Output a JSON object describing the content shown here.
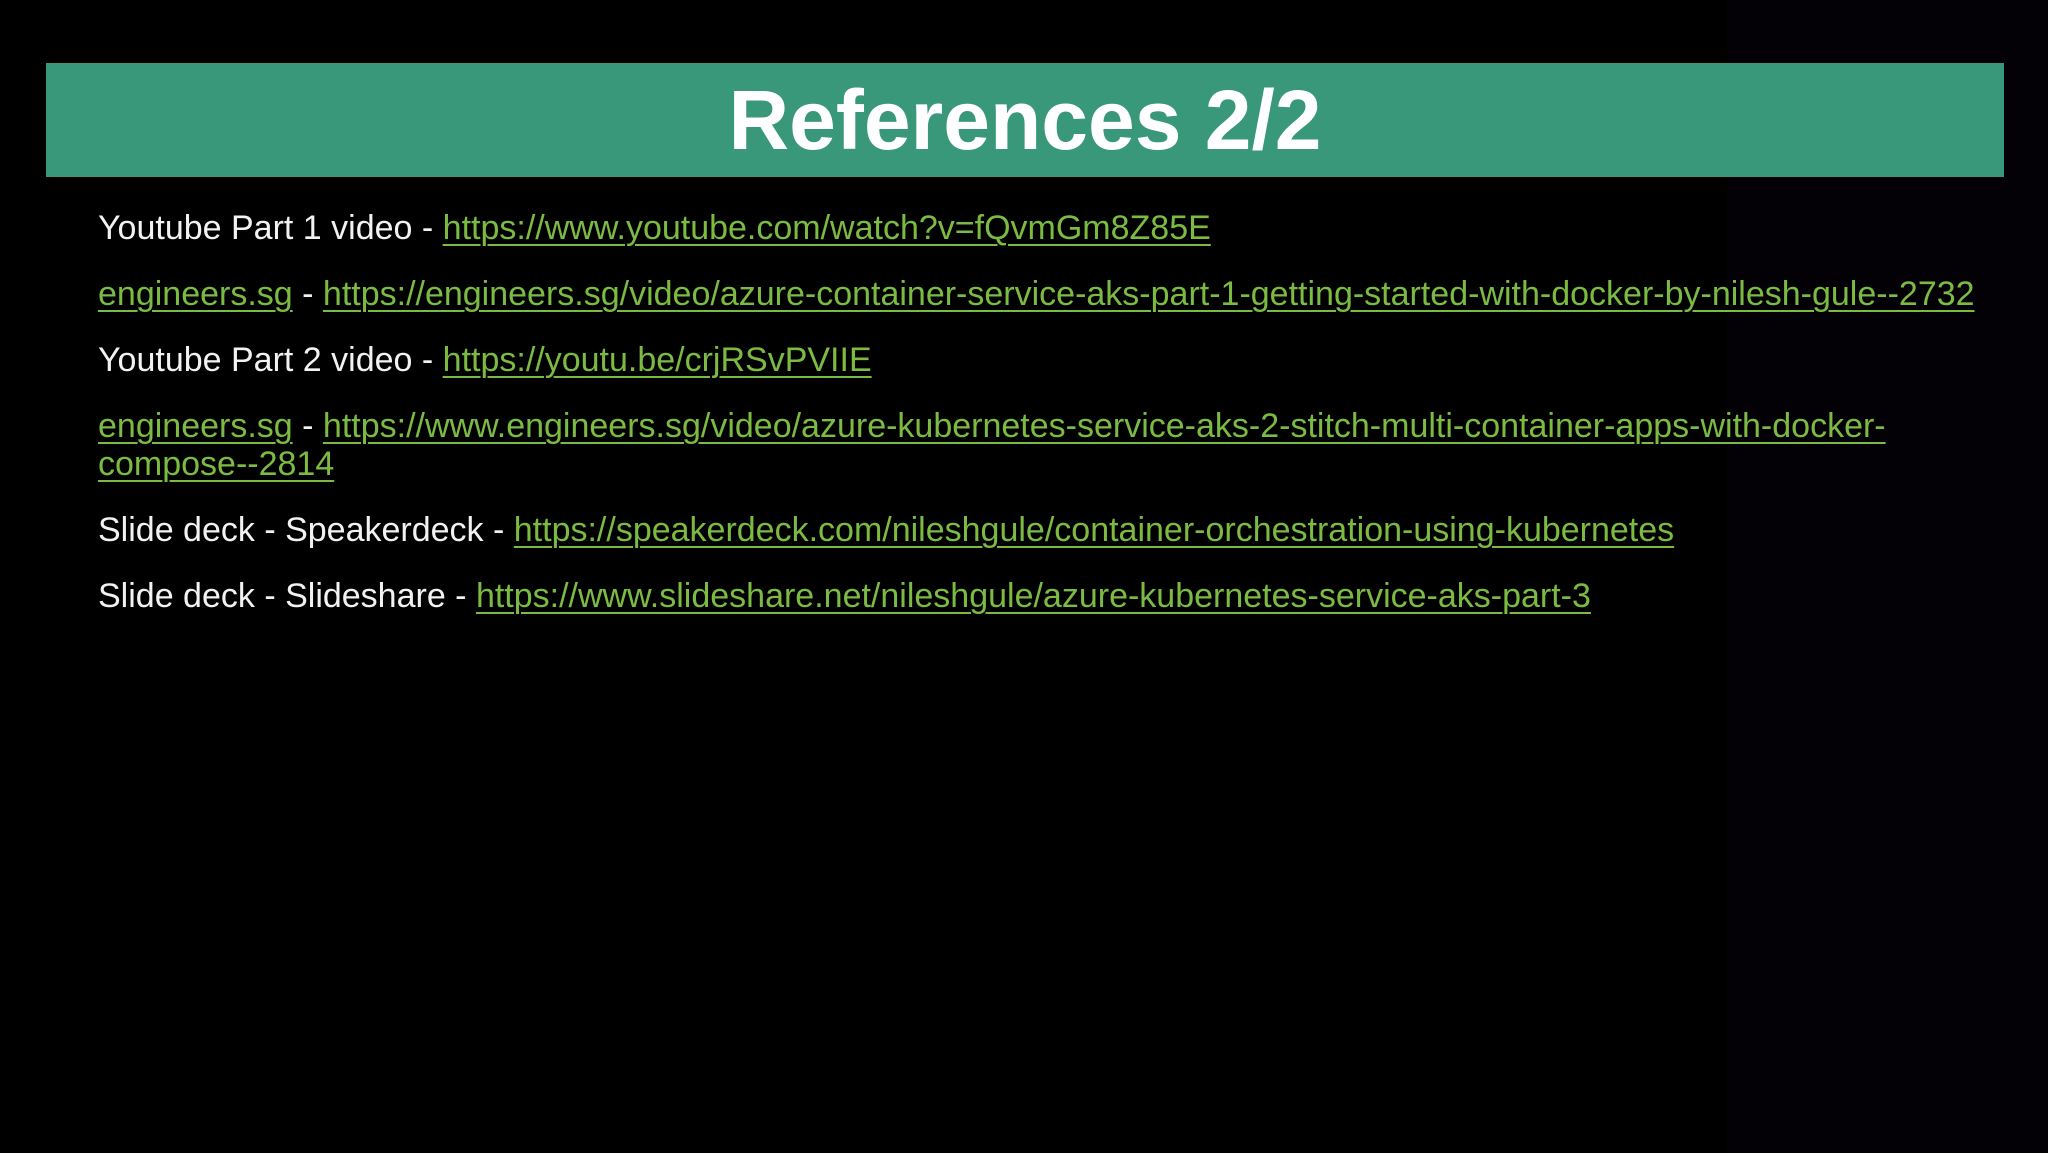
{
  "title": "References 2/2",
  "colors": {
    "background": "#000000",
    "banner": "#39977a",
    "link": "#7cbb42",
    "text": "#f2f2f2"
  },
  "references": [
    {
      "segments": [
        {
          "type": "text",
          "text": "Youtube Part 1 video - "
        },
        {
          "type": "link",
          "text": "https://www.youtube.com/watch?v=fQvmGm8Z85E"
        }
      ]
    },
    {
      "segments": [
        {
          "type": "link",
          "text": "engineers.sg"
        },
        {
          "type": "text",
          "text": " - "
        },
        {
          "type": "link",
          "text": "https://engineers.sg/video/azure-container-service-aks-part-1-getting-started-with-docker-by-nilesh-gule--2732"
        }
      ]
    },
    {
      "segments": [
        {
          "type": "text",
          "text": "Youtube Part 2 video - "
        },
        {
          "type": "link",
          "text": "https://youtu.be/crjRSvPVIIE"
        }
      ]
    },
    {
      "segments": [
        {
          "type": "link",
          "text": "engineers.sg"
        },
        {
          "type": "text",
          "text": " - "
        },
        {
          "type": "link",
          "text": "https://www.engineers.sg/video/azure-kubernetes-service-aks-2-stitch-multi-container-apps-with-docker-compose--2814"
        }
      ]
    },
    {
      "segments": [
        {
          "type": "text",
          "text": "Slide deck - Speakerdeck - "
        },
        {
          "type": "link",
          "text": "https://speakerdeck.com/nileshgule/container-orchestration-using-kubernetes"
        }
      ]
    },
    {
      "segments": [
        {
          "type": "text",
          "text": "Slide deck - Slideshare - "
        },
        {
          "type": "link",
          "text": "https://www.slideshare.net/nileshgule/azure-kubernetes-service-aks-part-3"
        }
      ]
    }
  ]
}
